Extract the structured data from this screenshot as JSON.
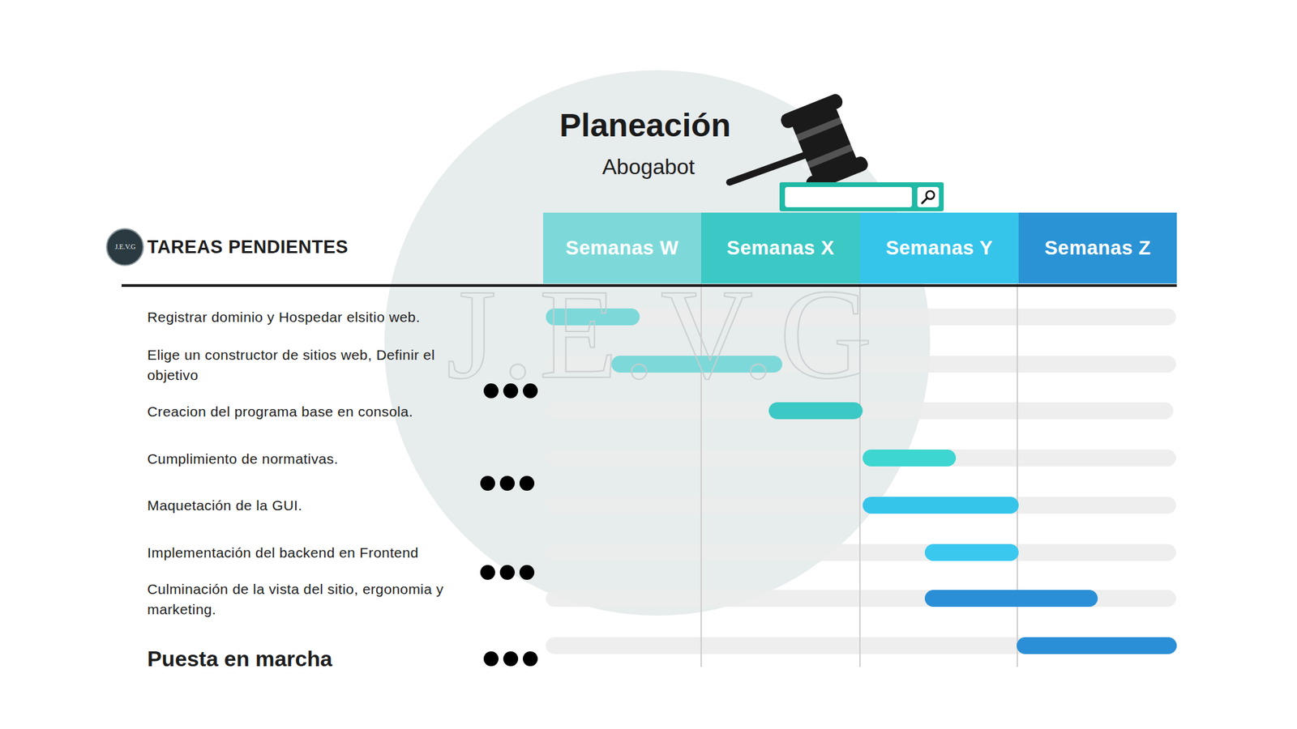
{
  "diagram": {
    "title": "Planeación",
    "nodes": [
      {
        "text": [
          "Semanas W"
        ]
      },
      {
        "text": [
          "Semanas X"
        ]
      },
      {
        "text": [
          "Semanas Y"
        ]
      },
      {
        "text": [
          "Semanas Z"
        ]
      }
    ],
    "labels": [
      "Abogabot",
      "J.E.V.G",
      "TAREAS PENDIENTES",
      "Registrar dominio y Hospedar elsitio web.",
      "Elige un constructor de sitios web, Definir el objetivo",
      "Creacion del programa base en consola.",
      "Cumplimiento de normativas.",
      "Maquetación de la GUI.",
      "Implementación del backend en Frontend",
      "Culminación de la vista del sitio, ergonomia y marketing.",
      "Puesta en marcha",
      "J.E.V.G"
    ]
  }
}
